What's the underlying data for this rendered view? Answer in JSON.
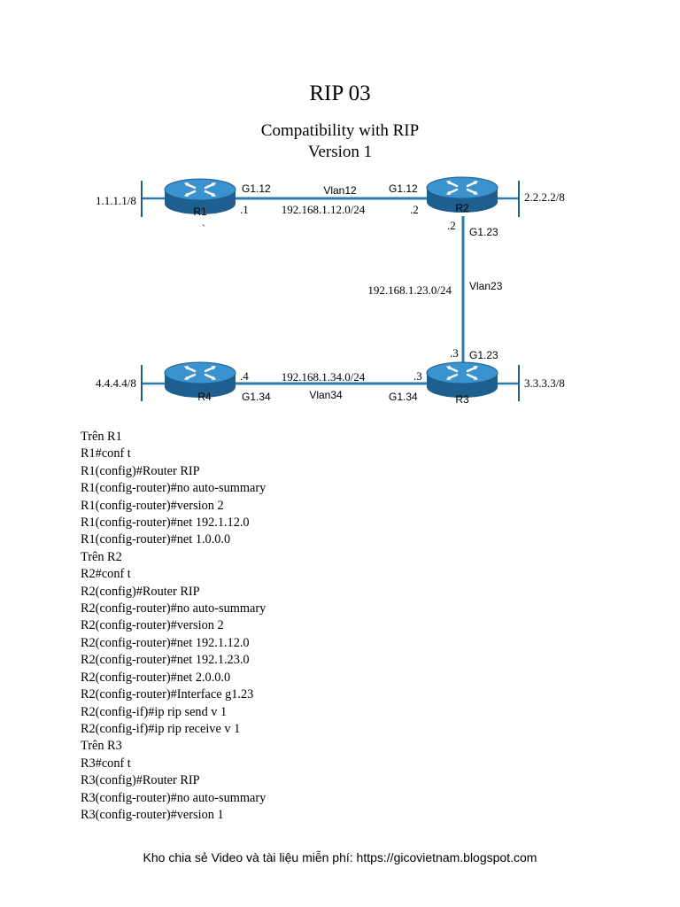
{
  "title": "RIP 03",
  "subtitle_lines": [
    "Compatibility with RIP",
    "Version 1"
  ],
  "diagram": {
    "routers": {
      "r1": "R1",
      "r2": "R2",
      "r3": "R3",
      "r4": "R4"
    },
    "loopbacks": {
      "r1": "1.1.1.1/8",
      "r2": "2.2.2.2/8",
      "r3": "3.3.3.3/8",
      "r4": "4.4.4.4/8"
    },
    "links": {
      "r1_r2": {
        "vlan": "Vlan12",
        "subnet": "192.168.1.12.0/24",
        "r1_if": "G1.12",
        "r2_if": "G1.12",
        "r1_host": ".1",
        "r2_host": ".2"
      },
      "r2_r3": {
        "vlan": "Vlan23",
        "subnet": "192.168.1.23.0/24",
        "r2_if": "G1.23",
        "r3_if": "G1.23",
        "r2_host": ".2",
        "r3_host": ".3"
      },
      "r3_r4": {
        "vlan": "Vlan34",
        "subnet": "192.168.1.34.0/24",
        "r3_if": "G1.34",
        "r4_if": "G1.34",
        "r3_host": ".3",
        "r4_host": ".4"
      }
    },
    "stray_mark": "`",
    "colors": {
      "link": "#2b7bb0",
      "router_top": "#3a92cf",
      "router_body": "#1f5f8f"
    }
  },
  "config_lines": [
    "Trên R1",
    "R1#conf t",
    "R1(config)#Router RIP",
    "R1(config-router)#no auto-summary",
    "R1(config-router)#version 2",
    "R1(config-router)#net 192.1.12.0",
    "R1(config-router)#net 1.0.0.0",
    "Trên R2",
    "R2#conf t",
    "R2(config)#Router RIP",
    "R2(config-router)#no auto-summary",
    "R2(config-router)#version 2",
    "R2(config-router)#net 192.1.12.0",
    "R2(config-router)#net 192.1.23.0",
    "R2(config-router)#net 2.0.0.0",
    "R2(config-router)#Interface g1.23",
    "R2(config-if)#ip rip send v 1",
    "R2(config-if)#ip rip receive v 1",
    "Trên R3",
    "R3#conf t",
    "R3(config)#Router RIP",
    "R3(config-router)#no auto-summary",
    "R3(config-router)#version 1"
  ],
  "footer": "Kho chia sẻ Video và tài liệu miễn phí: https://gicovietnam.blogspot.com"
}
